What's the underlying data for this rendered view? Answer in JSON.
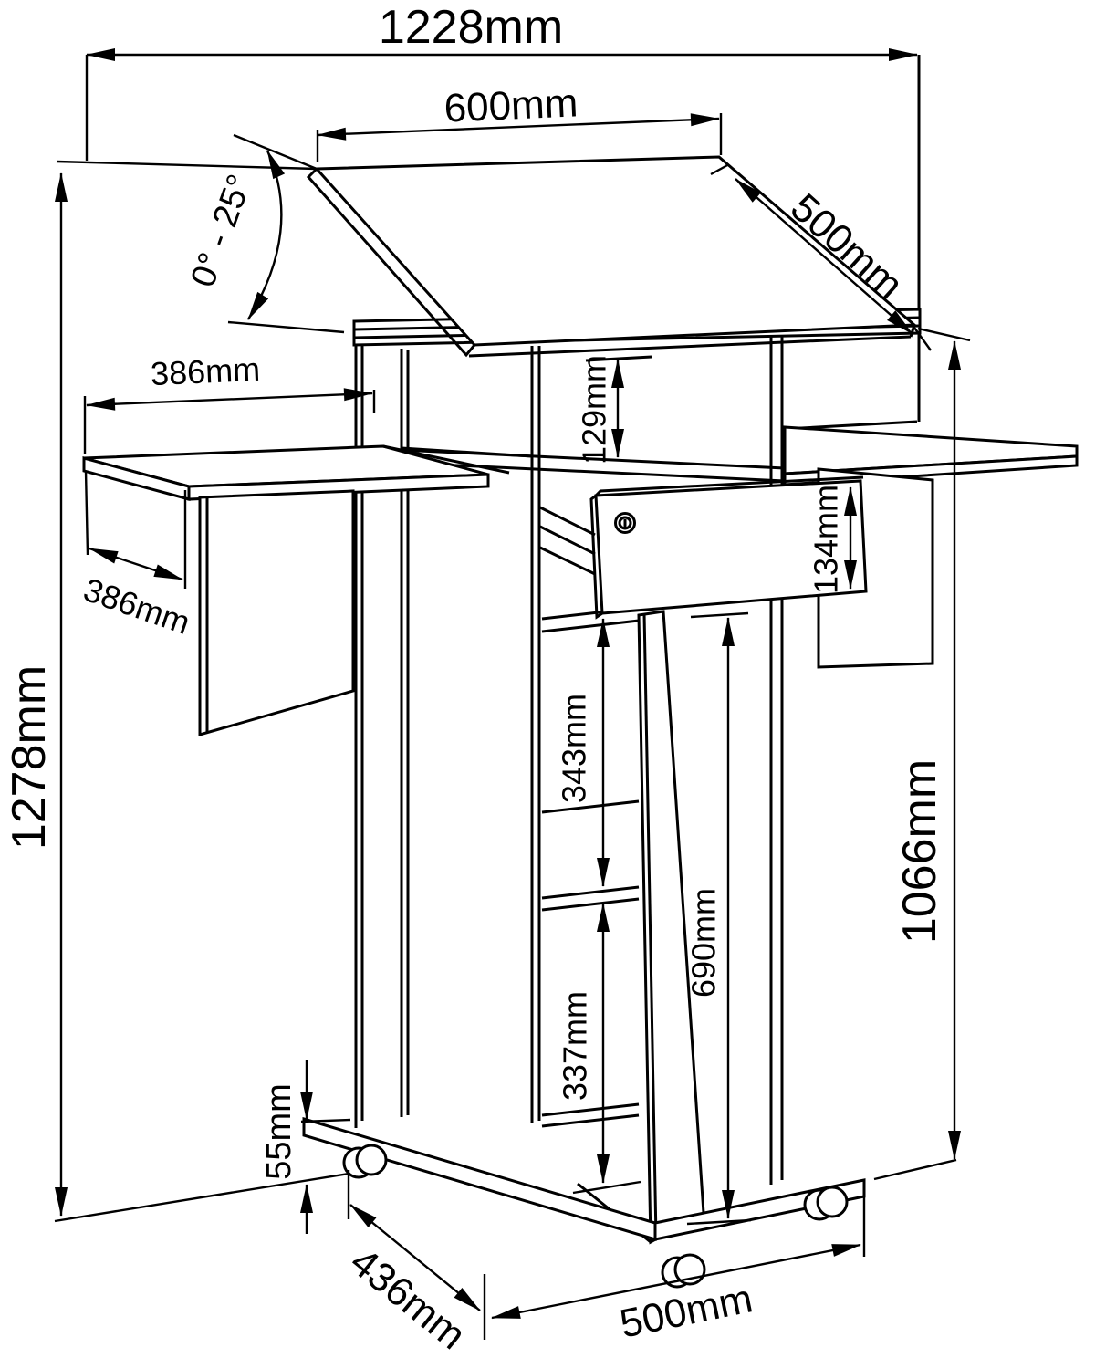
{
  "drawing": {
    "background_color": "#ffffff",
    "line_color": "#000000",
    "unit": "mm"
  },
  "dimensions": {
    "overall_width": {
      "label": "1228mm",
      "value_mm": 1228
    },
    "top_surface_width": {
      "label": "600mm",
      "value_mm": 600
    },
    "top_surface_depth": {
      "label": "500mm",
      "value_mm": 500
    },
    "tilt_angle": {
      "label": "0° - 25°",
      "min_deg": 0,
      "max_deg": 25
    },
    "left_shelf_width": {
      "label": "386mm",
      "value_mm": 386
    },
    "left_shelf_depth": {
      "label": "386mm",
      "value_mm": 386
    },
    "upper_compartment_height": {
      "label": "129mm",
      "value_mm": 129
    },
    "drawer_front_height": {
      "label": "134mm",
      "value_mm": 134
    },
    "upper_shelf_spacing": {
      "label": "343mm",
      "value_mm": 343
    },
    "lower_shelf_spacing": {
      "label": "337mm",
      "value_mm": 337
    },
    "door_height": {
      "label": "690mm",
      "value_mm": 690
    },
    "body_height": {
      "label": "1066mm",
      "value_mm": 1066
    },
    "overall_height": {
      "label": "1278mm",
      "value_mm": 1278
    },
    "caster_clearance": {
      "label": "55mm",
      "value_mm": 55
    },
    "base_depth": {
      "label": "436mm",
      "value_mm": 436
    },
    "base_width": {
      "label": "500mm",
      "value_mm": 500
    }
  }
}
